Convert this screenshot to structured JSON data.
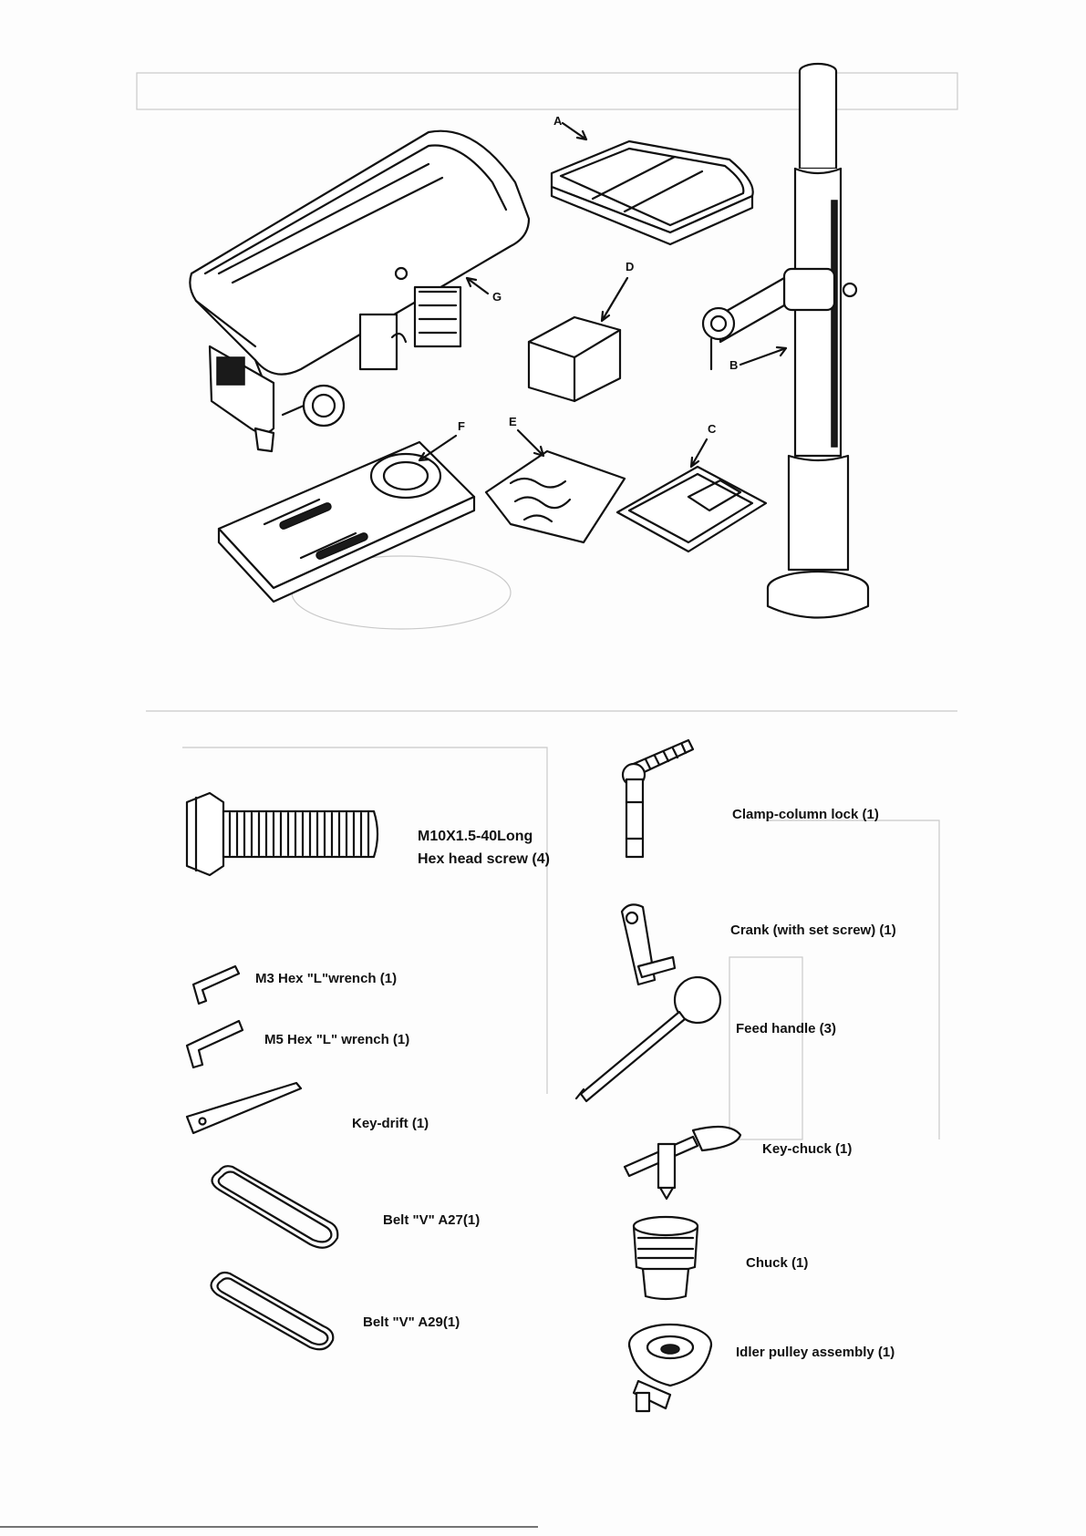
{
  "parts_letters": [
    "A",
    "B",
    "C",
    "D",
    "E",
    "F",
    "G"
  ],
  "hardware_labels": {
    "hex_screw_line1": "M10X1.5-40Long",
    "hex_screw_line2": "Hex head screw (4)",
    "m3_wrench": "M3 Hex \"L\"wrench (1)",
    "m5_wrench": "M5 Hex \"L\" wrench (1)",
    "key_drift": "Key-drift (1)",
    "belt_a27": "Belt \"V\" A27(1)",
    "belt_a29": "Belt \"V\" A29(1)",
    "clamp_lock": "Clamp-column lock (1)",
    "crank": "Crank (with set screw) (1)",
    "feed_handle": "Feed handle (3)",
    "key_chuck": "Key-chuck (1)",
    "chuck": "Chuck (1)",
    "idler_pulley": "Idler pulley assembly (1)"
  },
  "icons": [
    "drill-head",
    "table",
    "column",
    "box",
    "bag",
    "manual",
    "base",
    "hex-screw",
    "hex-wrench",
    "key-drift",
    "v-belt",
    "clamp-lock",
    "crank",
    "feed-handle",
    "key-chuck",
    "chuck",
    "idler-pulley"
  ]
}
